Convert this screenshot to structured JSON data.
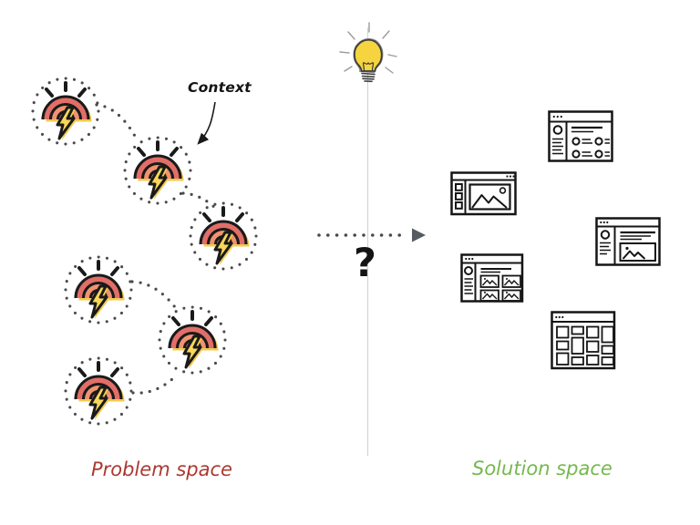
{
  "problem_space": {
    "label": "Problem space",
    "annotation": "Context",
    "node_icon": "brainstorm-lightning-icon",
    "node_count": 6
  },
  "transition": {
    "idea_icon": "lightbulb-sketch-icon",
    "question_label": "?",
    "arrow_icon": "dotted-right-arrow"
  },
  "solution_space": {
    "label": "Solution space",
    "wireframe_icons": [
      "wireframe-settings-form",
      "wireframe-image-viewer",
      "wireframe-article-page",
      "wireframe-image-gallery",
      "wireframe-grid-layout"
    ]
  },
  "colors": {
    "problem_label": "#AC3931",
    "solution_label": "#76B84E",
    "node_arc_outer": "#E26E68",
    "node_arc_inner": "#EF9371",
    "node_shadow_yellow": "#F2C94C",
    "bolt_yellow": "#F7D75B",
    "bulb_yellow": "#F5D43F",
    "outline_black": "#1A1A1A",
    "dot_gray": "#4A4A4A",
    "arrow_gray": "#555B60",
    "divider_gray": "#D4D4D4",
    "ray_gray": "#9B9B9B",
    "wireframe_ink": "#151515"
  }
}
